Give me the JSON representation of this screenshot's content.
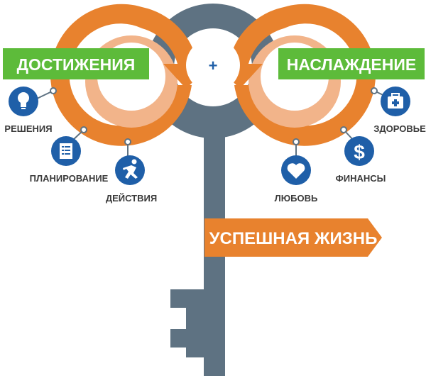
{
  "banners": {
    "left": "ДОСТИЖЕНИЯ",
    "right": "НАСЛАЖДЕНИЕ",
    "center": "УСПЕШНАЯ ЖИЗНЬ",
    "plus": "+"
  },
  "left_items": [
    {
      "label": "РЕШЕНИЯ",
      "icon": "lightbulb-icon"
    },
    {
      "label": "ПЛАНИРОВАНИЕ",
      "icon": "checklist-icon"
    },
    {
      "label": "ДЕЙСТВИЯ",
      "icon": "runner-icon"
    }
  ],
  "right_items": [
    {
      "label": "ЗДОРОВЬЕ",
      "icon": "medical-kit-icon"
    },
    {
      "label": "ФИНАНСЫ",
      "icon": "dollar-icon"
    },
    {
      "label": "ЛЮБОВЬ",
      "icon": "heart-icon"
    }
  ],
  "colors": {
    "orange": "#E8822E",
    "light_orange": "#F2B48A",
    "green": "#5DBB3A",
    "slate": "#5E7282",
    "blue": "#1F5FA8"
  }
}
